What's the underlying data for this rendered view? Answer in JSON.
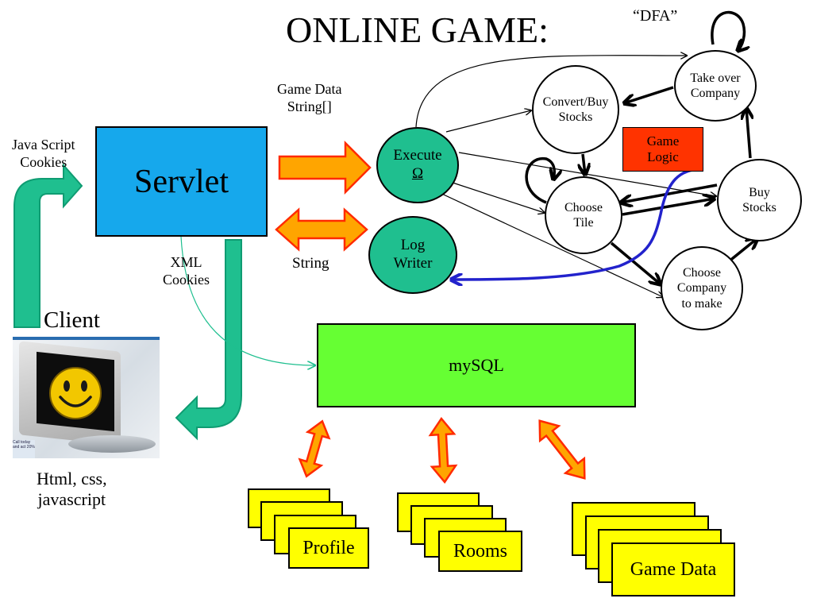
{
  "title": "ONLINE GAME:",
  "dfa_label": "“DFA”",
  "servlet": {
    "label": "Servlet"
  },
  "client": {
    "label": "Client",
    "tech_line1": "Html, css,",
    "tech_line2": "javascript",
    "monitor_sticker_line1": "Call today",
    "monitor_sticker_line2": "and act 20%"
  },
  "labels": {
    "java_script": "Java Script",
    "cookies_top": "Cookies",
    "xml": "XML",
    "cookies_bottom": "Cookies",
    "game_data_line1": "Game Data",
    "game_data_line2": "String[]",
    "string": "String"
  },
  "execute": {
    "line1": "Execute",
    "symbol": "Ω"
  },
  "log_writer": {
    "line1": "Log",
    "line2": "Writer"
  },
  "game_logic": {
    "line1": "Game",
    "line2": "Logic"
  },
  "dfa_states": {
    "take_over": {
      "line1": "Take over",
      "line2": "Company"
    },
    "convert_buy": {
      "line1": "Convert/Buy",
      "line2": "Stocks"
    },
    "choose_tile": {
      "line1": "Choose",
      "line2": "Tile"
    },
    "buy_stocks": {
      "line1": "Buy",
      "line2": "Stocks"
    },
    "choose_company": {
      "line1": "Choose",
      "line2": "Company",
      "line3": "to make"
    }
  },
  "mysql": {
    "label": "mySQL"
  },
  "tables": {
    "profile": "Profile",
    "rooms": "Rooms",
    "game_data": "Game Data"
  },
  "colors": {
    "servlet_blue": "#16a8ec",
    "teal": "#1fbf8f",
    "mysql_green": "#66ff33",
    "card_yellow": "#ffff00",
    "arrow_orange": "#ffa500",
    "arrow_red": "#ff2a00",
    "game_logic_red": "#ff3300",
    "blue_link": "#2222cc"
  }
}
